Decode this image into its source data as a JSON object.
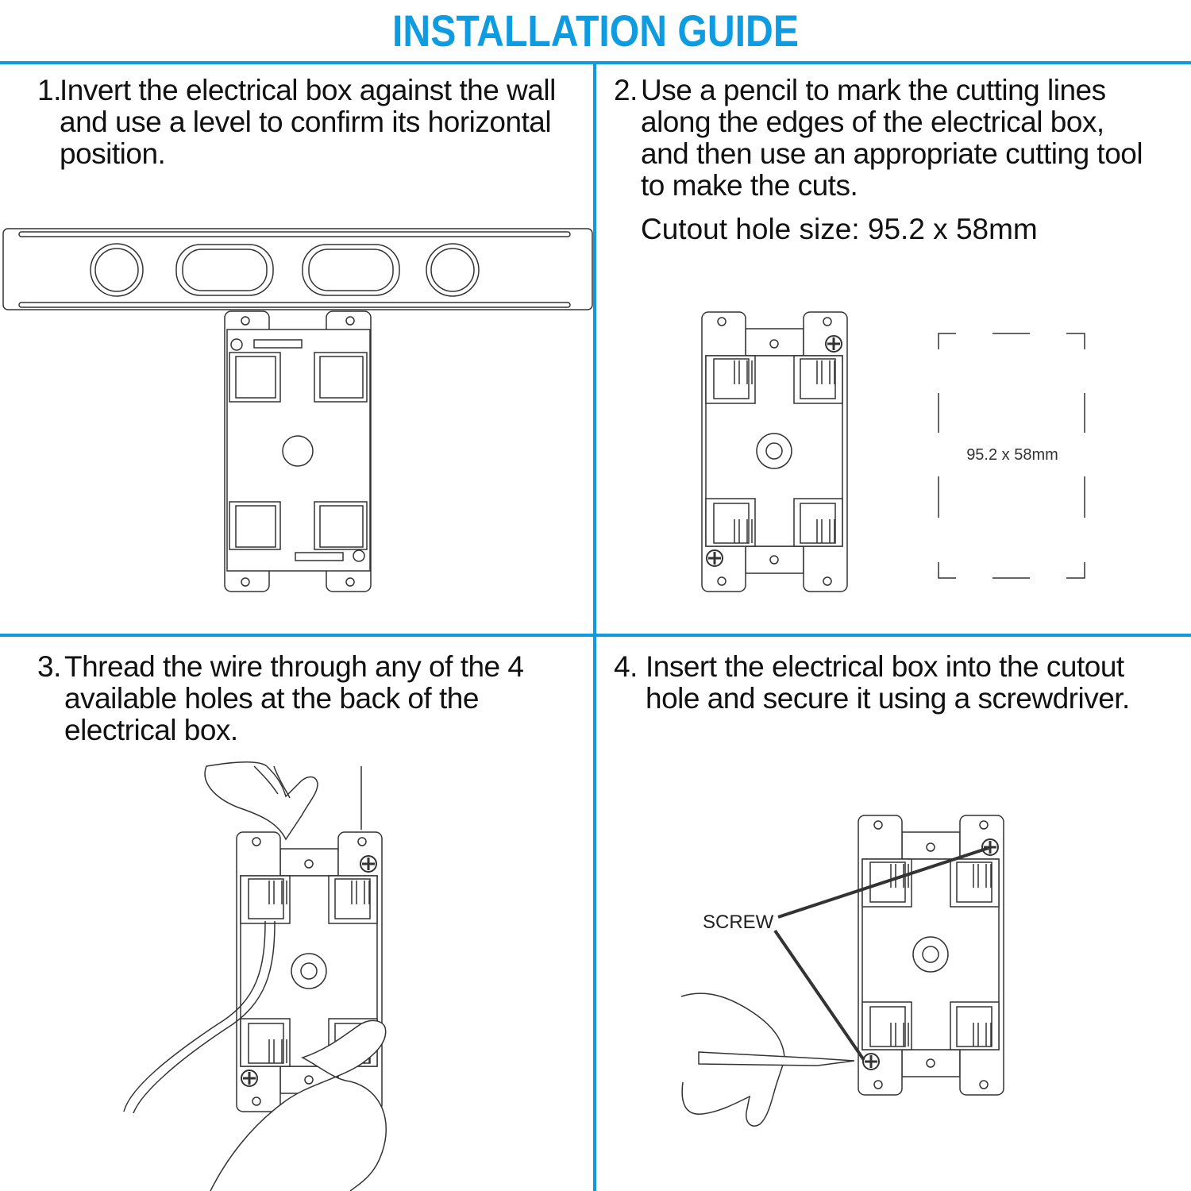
{
  "title": "INSTALLATION GUIDE",
  "colors": {
    "accent": "#0e9be0",
    "line": "#333333"
  },
  "steps": [
    {
      "number": "1.",
      "text": "Invert the electrical box against the wall and use a level to confirm its horizontal position."
    },
    {
      "number": "2.",
      "text": "Use a pencil to mark the cutting lines along the edges of the electrical box, and then use an appropriate cutting tool to make the cuts.",
      "note": "Cutout hole size: 95.2 x 58mm",
      "cutout_label": "95.2 x 58mm"
    },
    {
      "number": "3.",
      "text": "Thread the wire through any of the 4 available holes at the back of the electrical box."
    },
    {
      "number": "4.",
      "text": "Insert the electrical box into the cutout hole and secure it using a screwdriver.",
      "callout": "SCREW"
    }
  ]
}
